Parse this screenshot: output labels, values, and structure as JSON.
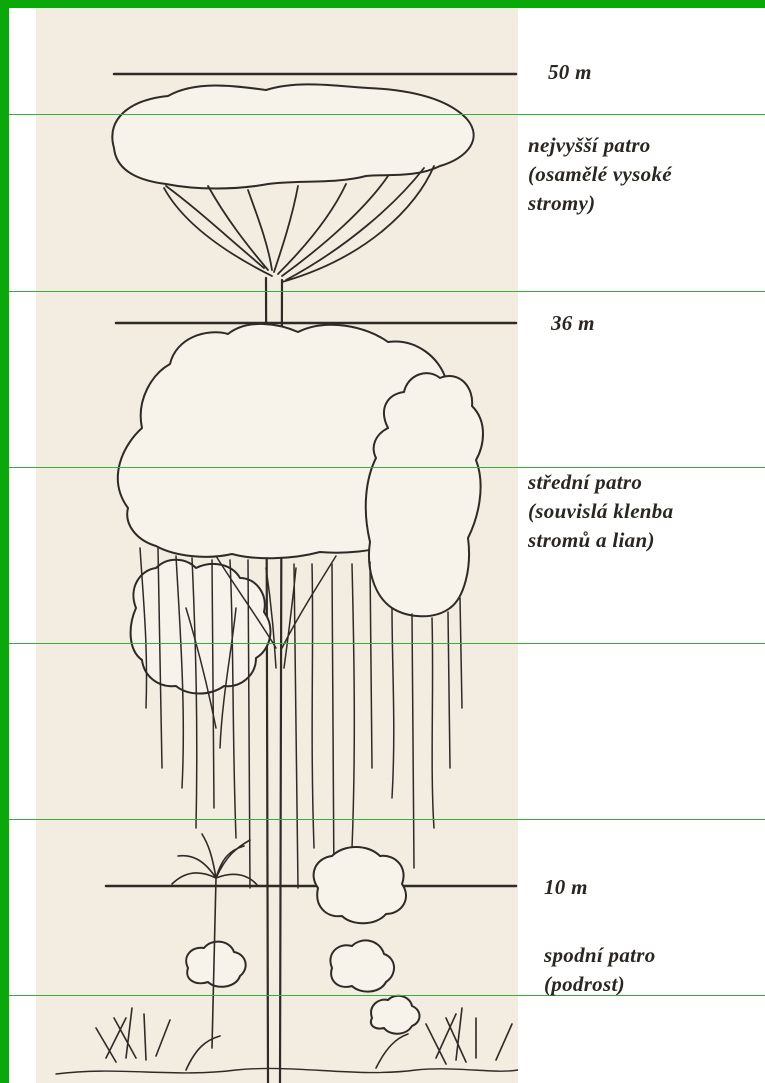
{
  "diagram": {
    "heights": {
      "top": "50 m",
      "middle": "36 m",
      "bottom": "10 m"
    },
    "layers": {
      "upper": [
        "nejvyšší patro",
        "(osamělé vysoké",
        "stromy)"
      ],
      "middle": [
        "střední patro",
        "(souvislá klenba",
        "stromů a lian)"
      ],
      "lower": [
        "spodní patro",
        "(podrost)"
      ]
    }
  },
  "colors": {
    "frame_green": "#0aa80a",
    "rule_green": "#35b135",
    "paper": "#f2ece1",
    "ink": "#2a2622"
  }
}
